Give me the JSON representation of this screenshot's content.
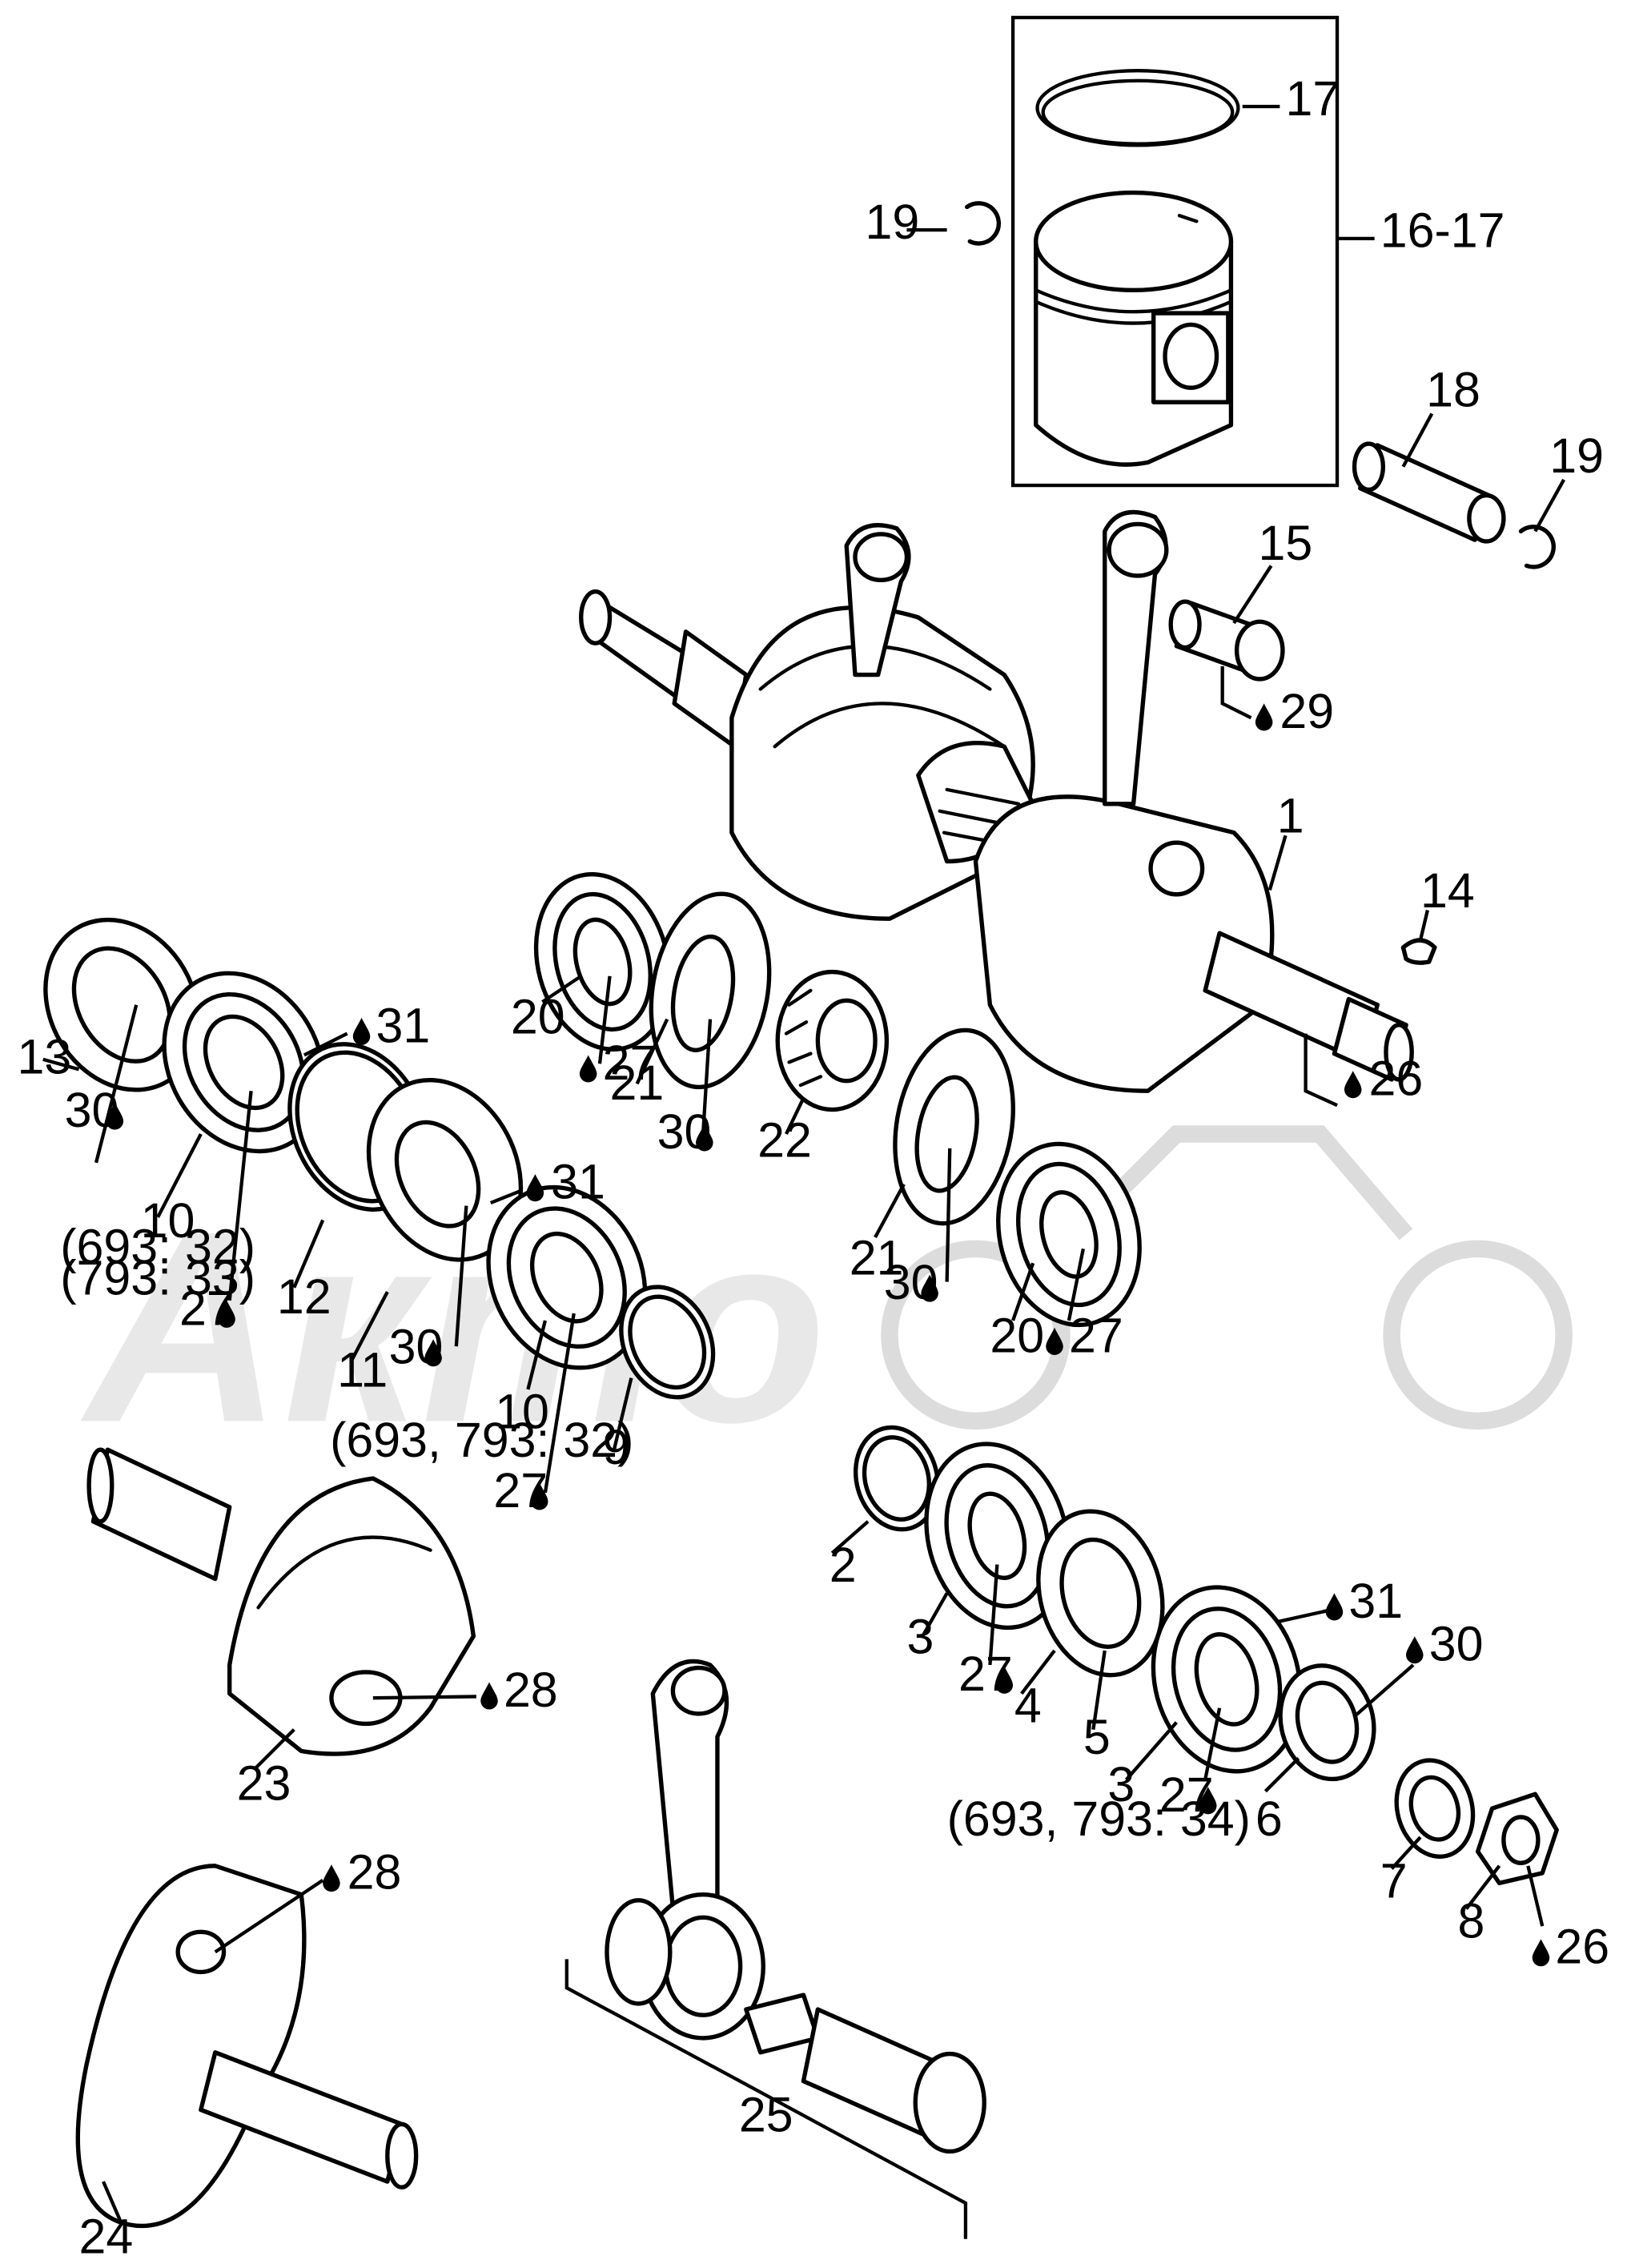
{
  "watermark": {
    "text": "Акто"
  },
  "callouts": {
    "c1": "1",
    "c2": "2",
    "c3a": "3",
    "c3b": "3",
    "c3b_note": "(693, 793: 34)",
    "c4": "4",
    "c5": "5",
    "c6": "6",
    "c7": "7",
    "c8": "8",
    "c9": "9",
    "c10a": "10",
    "c10a_note1": "(693: 32)",
    "c10a_note2": "(793: 33)",
    "c10b": "10",
    "c10b_note": "(693, 793: 32)",
    "c11": "11",
    "c12": "12",
    "c13": "13",
    "c14": "14",
    "c15": "15",
    "c16": "16-17",
    "c17": "17",
    "c18": "18",
    "c19a": "19",
    "c19b": "19",
    "c20a": "20",
    "c20b": "20",
    "c21a": "21",
    "c21b": "21",
    "c22": "22",
    "c23": "23",
    "c24": "24",
    "c25": "25",
    "c26a": "26",
    "c26b": "26",
    "c27a": "27",
    "c27b": "27",
    "c27c": "27",
    "c27d": "27",
    "c27e": "27",
    "c27f": "27",
    "c28a": "28",
    "c28b": "28",
    "c29": "29",
    "c30a": "30",
    "c30b": "30",
    "c30c": "30",
    "c30d": "30",
    "c30e": "30",
    "c31a": "31",
    "c31b": "31",
    "c31c": "31"
  },
  "icons": {
    "lubricant": "oil-drop-icon"
  }
}
